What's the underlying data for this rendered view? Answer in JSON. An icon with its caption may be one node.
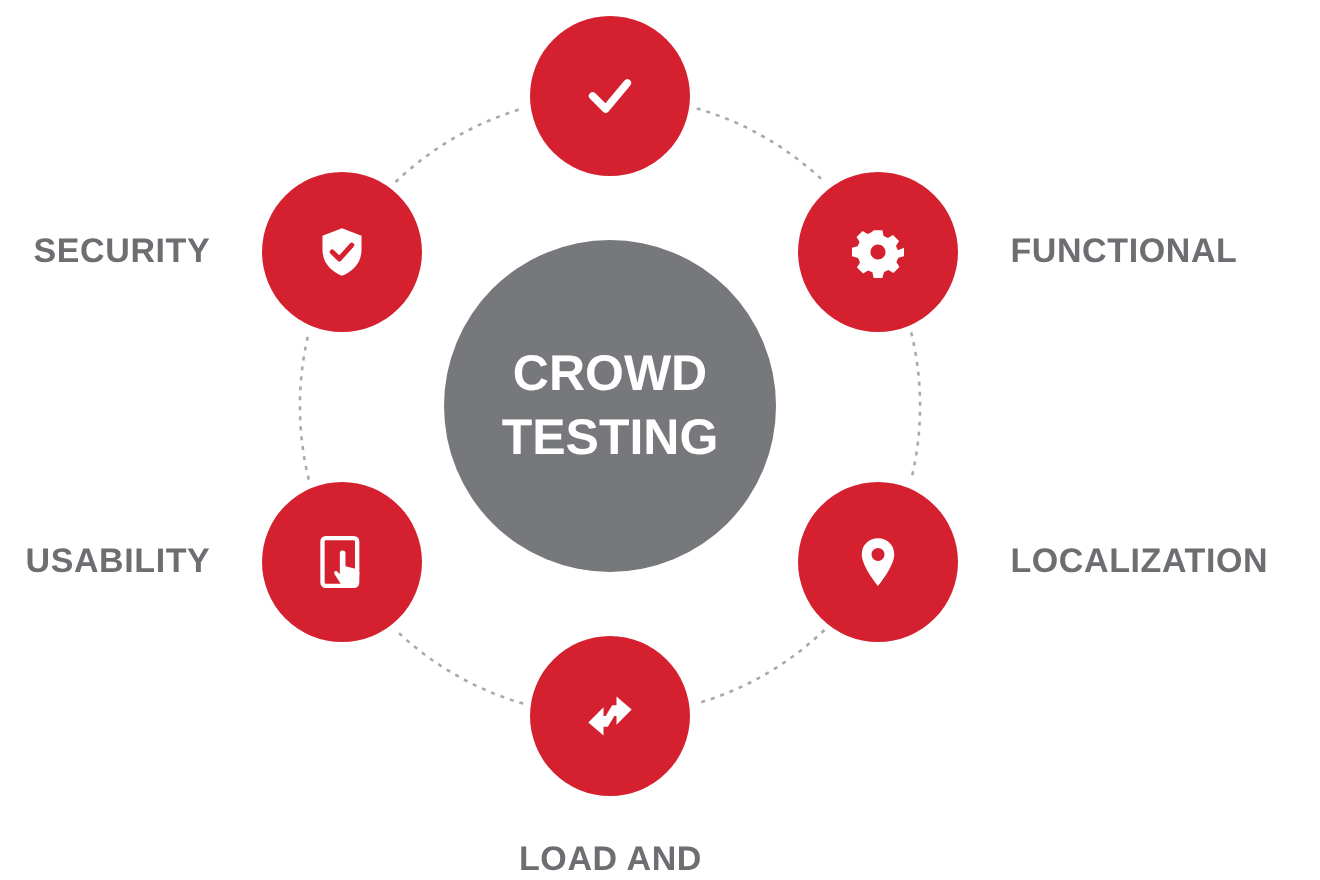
{
  "diagram": {
    "nodes": [
      {
        "text": [
          "CROWD TESTING"
        ]
      },
      {
        "text": [],
        "shape": "circle"
      },
      {
        "text": [],
        "shape": "circle",
        "beside": [
          "FUNCTIONAL"
        ]
      },
      {
        "text": [],
        "shape": "circle",
        "beside": [
          "LOCALIZATION"
        ]
      },
      {
        "text": [],
        "shape": "circle",
        "beside": [
          "LOAD AND"
        ]
      },
      {
        "text": [],
        "shape": "circle",
        "beside": [
          "USABILITY"
        ]
      },
      {
        "text": [],
        "shape": "circle",
        "beside": [
          "SECURITY"
        ]
      }
    ],
    "edges": [
      {
        "from": 1,
        "to": 2,
        "arrow": "none",
        "style": "dashed"
      },
      {
        "from": 2,
        "to": 3,
        "arrow": "none",
        "style": "dashed"
      },
      {
        "from": 3,
        "to": 4,
        "arrow": "none",
        "style": "dashed"
      },
      {
        "from": 4,
        "to": 5,
        "arrow": "none",
        "style": "dashed"
      },
      {
        "from": 5,
        "to": 6,
        "arrow": "none",
        "style": "dashed"
      },
      {
        "from": 6,
        "to": 1,
        "arrow": "none",
        "style": "dashed"
      }
    ]
  }
}
